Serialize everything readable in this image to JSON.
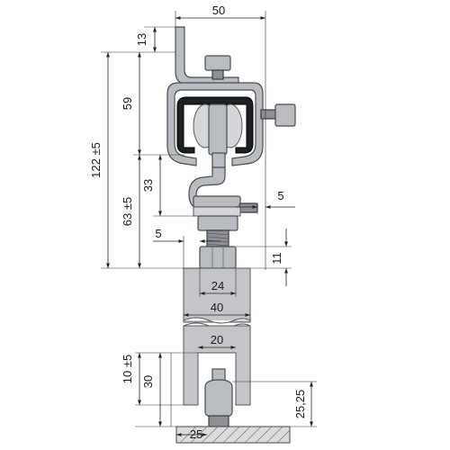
{
  "dimensions": {
    "top_width": "50",
    "hook_height": "13",
    "bracket_height": "59",
    "total_height": "122 ±5",
    "lower_height": "63 ±5",
    "hook_drop": "33",
    "side_gap": "5",
    "nut_offset": "5",
    "nut_height": "11",
    "nut_width": "24",
    "profile_width": "40",
    "slot_width": "20",
    "insert_depth": "10 ±5",
    "slot_height": "30",
    "roller_height": "25,25",
    "base_width": "25"
  }
}
